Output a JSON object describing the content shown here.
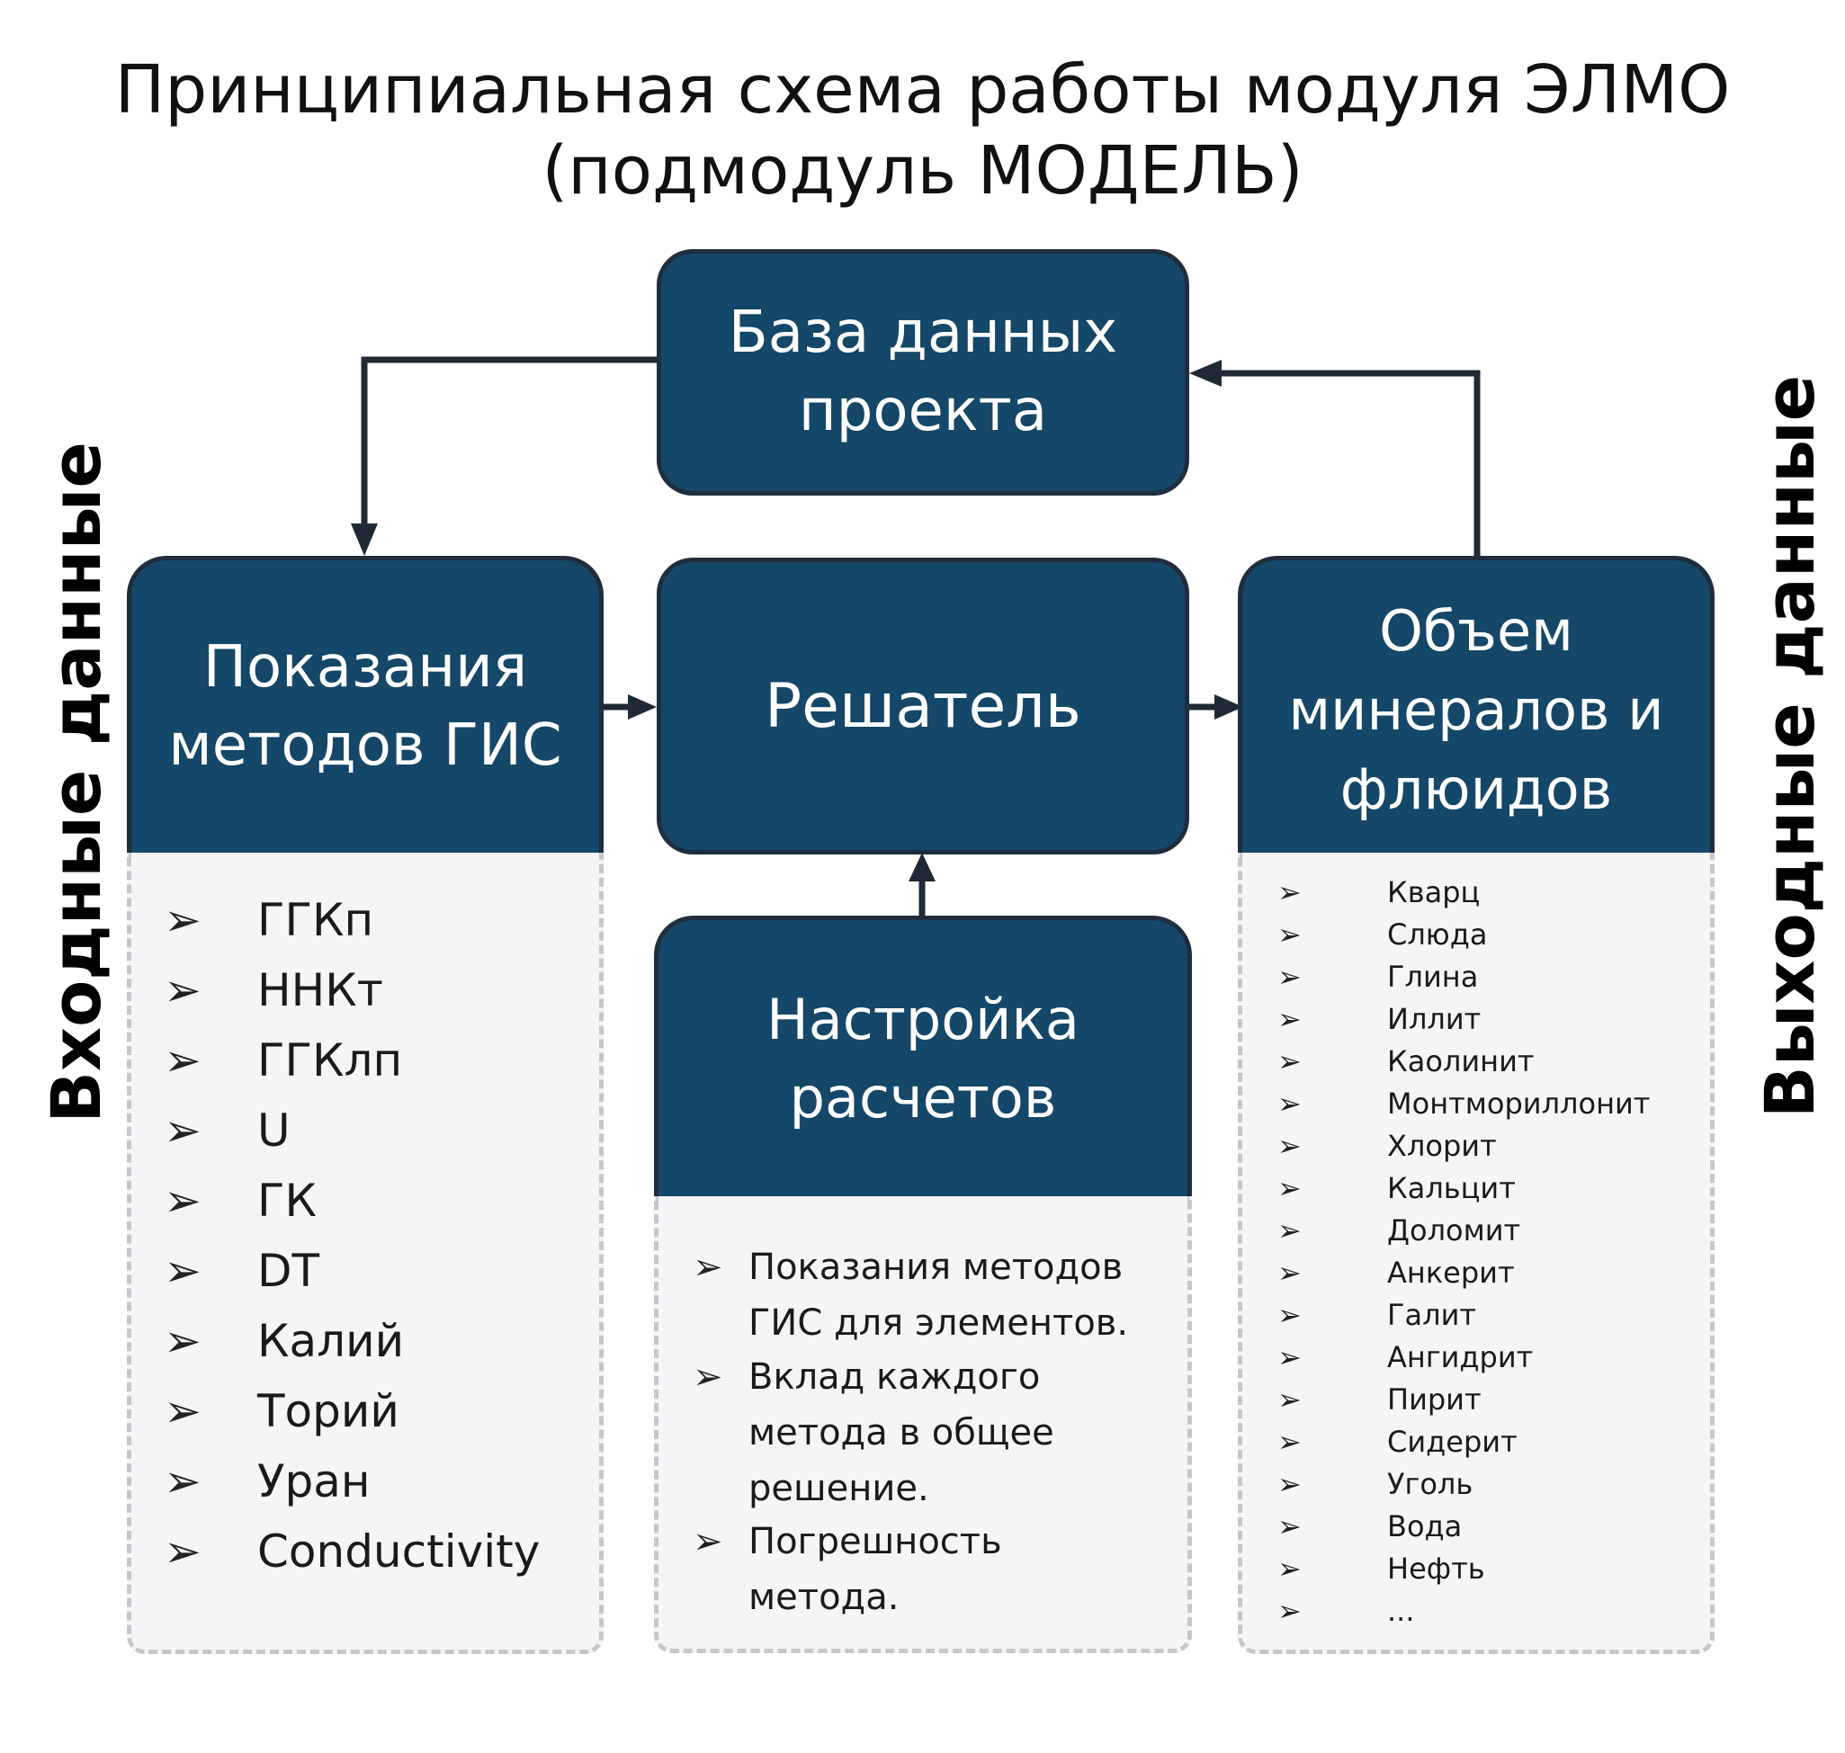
{
  "title": {
    "line1": "Принципиальная схема работы модуля ЭЛМО",
    "line2": "(подмодуль МОДЕЛЬ)"
  },
  "side_labels": {
    "input": "Входные данные",
    "output": "Выходные данные"
  },
  "boxes": {
    "database": [
      "База данных",
      "проекта"
    ],
    "gis": [
      "Показания",
      "методов ГИС"
    ],
    "solver": [
      "Решатель"
    ],
    "output": [
      "Объем",
      "минералов и",
      "флюидов"
    ],
    "settings": [
      "Настройка",
      "расчетов"
    ]
  },
  "bullet_glyph": "➢",
  "lists": {
    "gis_methods": [
      "ГГКп",
      "ННКт",
      "ГГКлп",
      "U",
      "ГК",
      "DT",
      "Калий",
      "Торий",
      "Уран",
      "Conductivity"
    ],
    "settings_items": [
      [
        "Показания методов",
        "ГИС для элементов."
      ],
      [
        "Вклад каждого",
        "метода в общее",
        "решение."
      ],
      [
        "Погрешность",
        "метода."
      ]
    ],
    "minerals": [
      "Кварц",
      "Слюда",
      "Глина",
      "Иллит",
      "Каолинит",
      "Монтмориллонит",
      "Хлорит",
      "Кальцит",
      "Доломит",
      "Анкерит",
      "Галит",
      "Ангидрит",
      "Пирит",
      "Сидерит",
      "Уголь",
      "Вода",
      "Нефть",
      "..."
    ]
  },
  "colors": {
    "box_fill": "#144768",
    "box_border": "#1f2d3d",
    "panel_fill": "#f5f5f8",
    "panel_border": "#c7c7cb",
    "connector": "#1f2a36"
  }
}
